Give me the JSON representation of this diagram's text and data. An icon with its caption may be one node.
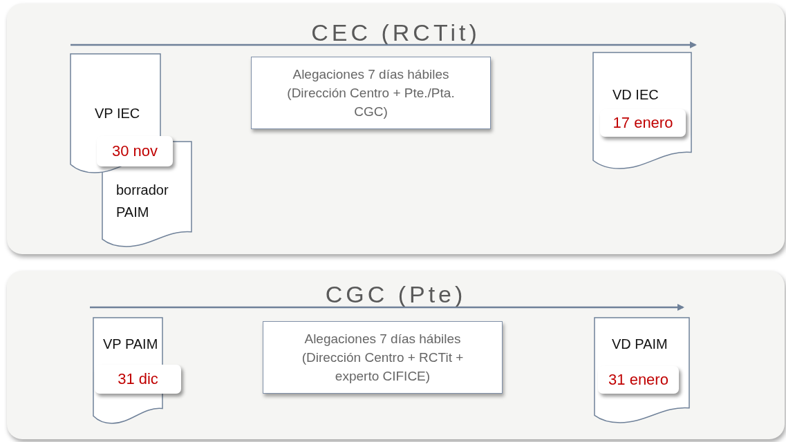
{
  "diagram": {
    "nodes": [
      {
        "text": [
          "CEC (RCTit)"
        ]
      },
      {
        "text": [
          "VP IEC"
        ],
        "in": 0
      },
      {
        "text": [
          "30 nov"
        ],
        "in": 0
      },
      {
        "text": [
          "borrador PAIM"
        ],
        "in": 0
      },
      {
        "text": [
          "Alegaciones 7 días hábiles (Dirección Centro + Pte./Pta. CGC)"
        ],
        "in": 0
      },
      {
        "text": [
          "VD IEC"
        ],
        "in": 0
      },
      {
        "text": [
          "17 enero"
        ],
        "in": 5
      },
      {
        "text": [
          "CGC (Pte)"
        ]
      },
      {
        "text": [
          "VP PAIM"
        ],
        "in": 7
      },
      {
        "text": [
          "31 dic"
        ],
        "in": 7
      },
      {
        "text": [
          "Alegaciones 7 días hábiles (Dirección Centro + RCTit + experto CIFICE)"
        ],
        "in": 7
      },
      {
        "text": [
          "VD PAIM"
        ],
        "in": 7
      },
      {
        "text": [
          "31 enero"
        ],
        "in": 11
      }
    ]
  }
}
